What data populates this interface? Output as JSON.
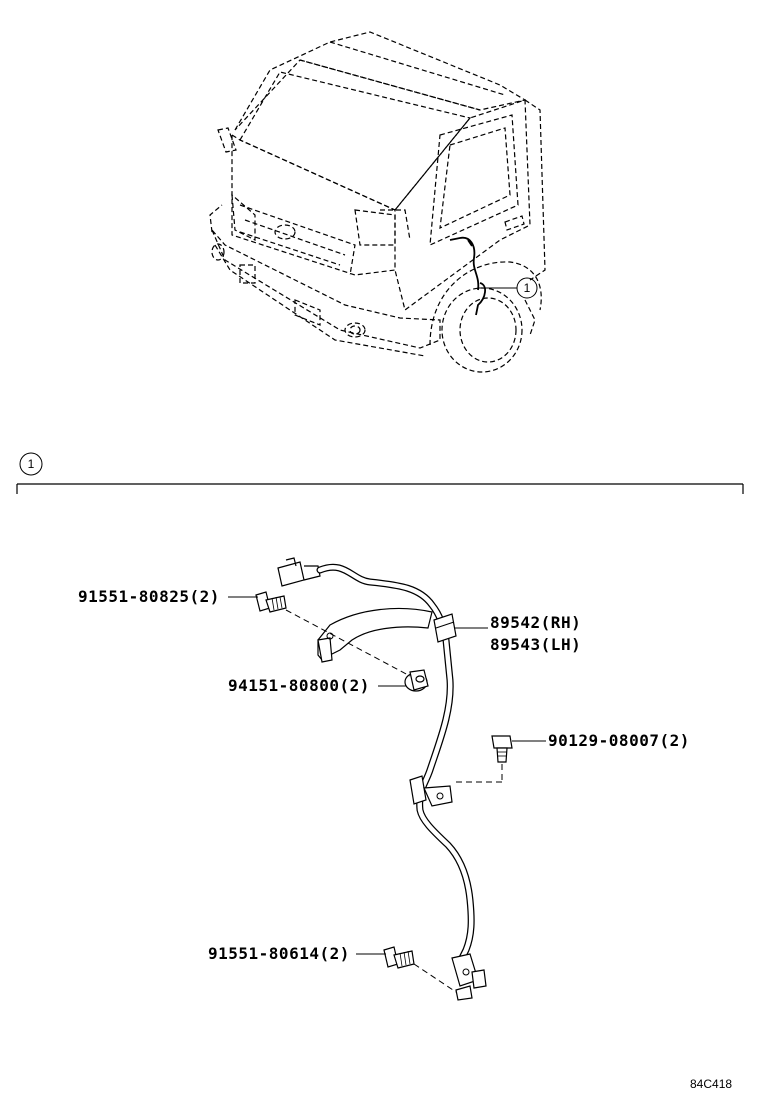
{
  "diagram": {
    "callout_number": "1",
    "section_number": "1",
    "parts": [
      {
        "number": "91551-80825",
        "qty": "(2)"
      },
      {
        "number": "94151-80800",
        "qty": "(2)"
      },
      {
        "number": "89542",
        "qty": "(RH)"
      },
      {
        "number": "89543",
        "qty": "(LH)"
      },
      {
        "number": "90129-08007",
        "qty": "(2)"
      },
      {
        "number": "91551-80614",
        "qty": "(2)"
      }
    ],
    "illustration_code": "84C418"
  }
}
